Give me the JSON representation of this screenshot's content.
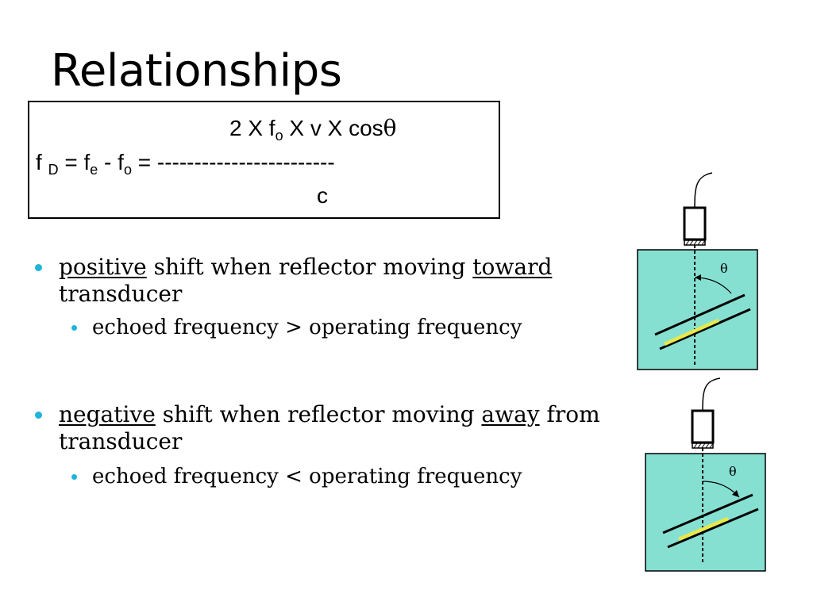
{
  "slide": {
    "title": "Relationships"
  },
  "formula": {
    "numerator_pre": "2 X f",
    "numerator_sub": "o",
    "numerator_post": " X v X cos",
    "numerator_theta": "θ",
    "lhs_f": "f ",
    "lhs_sub_d": "D",
    "eq1": " = f",
    "sub_e": "e",
    "minus": " - f",
    "sub_o": "o",
    "eq2_dashes": " = ------------------------",
    "denominator": "c"
  },
  "bullets": {
    "positive": {
      "keyword": "positive",
      "text1": " shift when reflector moving ",
      "direction": "toward",
      "text2": "transducer",
      "sub": "echoed frequency > operating frequency"
    },
    "negative": {
      "keyword": "negative",
      "text1": " shift when reflector moving ",
      "direction": "away",
      "text1b": " from",
      "text2": "transducer",
      "sub": "echoed frequency < operating frequency"
    }
  },
  "diagrams": {
    "angle_label": "θ",
    "colors": {
      "tissue": "#86e0d2",
      "reflector": "#e8e84a",
      "bullet": "#1fb5d8"
    }
  }
}
